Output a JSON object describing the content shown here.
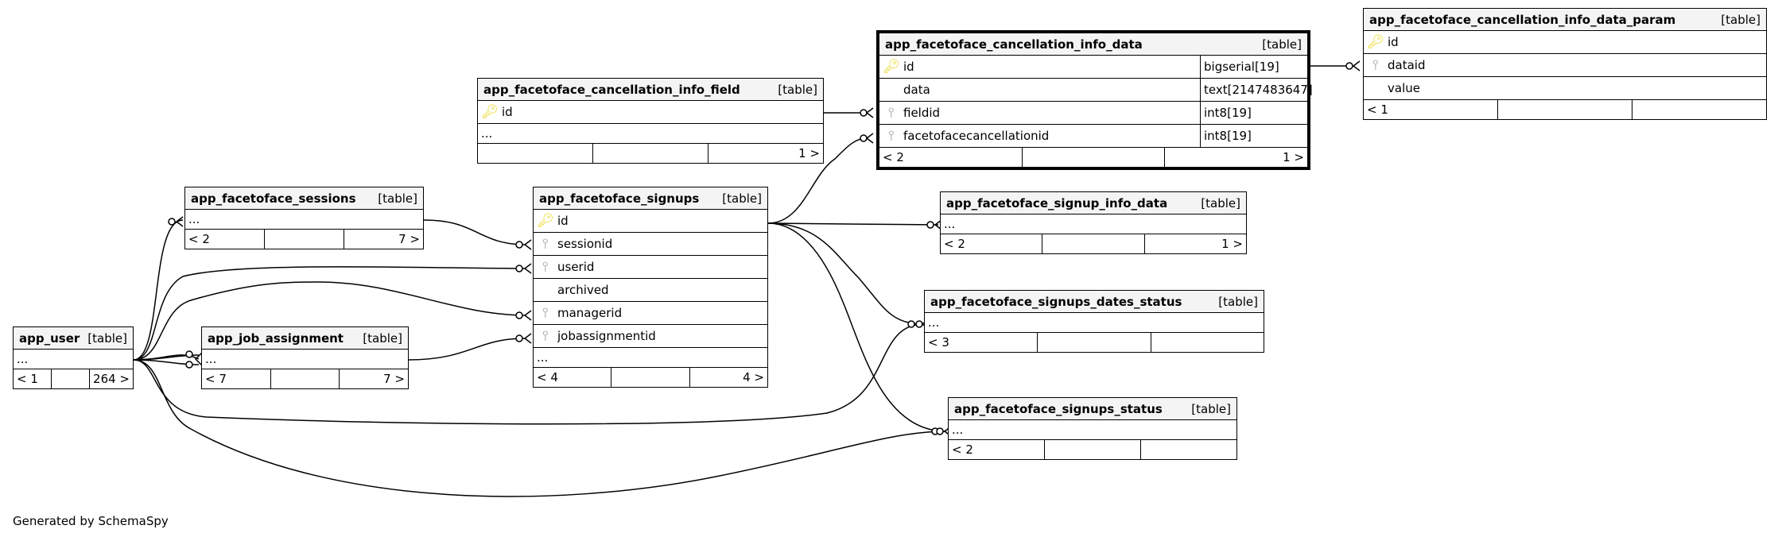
{
  "tables": {
    "cancellation_info_field": {
      "name": "app_facetoface_cancellation_info_field",
      "type": "[table]",
      "columns": [
        {
          "key": "pk",
          "name": "id"
        }
      ],
      "ellipsis": "...",
      "footer": [
        "",
        "",
        "1 >"
      ]
    },
    "cancellation_info_data": {
      "name": "app_facetoface_cancellation_info_data",
      "type": "[table]",
      "columns": [
        {
          "key": "pk",
          "name": "id",
          "datatype": "bigserial[19]"
        },
        {
          "key": "",
          "name": "data",
          "datatype": "text[2147483647]"
        },
        {
          "key": "fk",
          "name": "fieldid",
          "datatype": "int8[19]"
        },
        {
          "key": "fk",
          "name": "facetofacecancellationid",
          "datatype": "int8[19]"
        }
      ],
      "footer": [
        "< 2",
        "",
        "1 >"
      ]
    },
    "cancellation_info_data_param": {
      "name": "app_facetoface_cancellation_info_data_param",
      "type": "[table]",
      "columns": [
        {
          "key": "pk",
          "name": "id"
        },
        {
          "key": "fk",
          "name": "dataid"
        },
        {
          "key": "",
          "name": "value"
        }
      ],
      "footer": [
        "< 1",
        "",
        ""
      ]
    },
    "sessions": {
      "name": "app_facetoface_sessions",
      "type": "[table]",
      "ellipsis": "...",
      "footer": [
        "< 2",
        "",
        "7 >"
      ]
    },
    "signups": {
      "name": "app_facetoface_signups",
      "type": "[table]",
      "columns": [
        {
          "key": "pk",
          "name": "id"
        },
        {
          "key": "fk",
          "name": "sessionid"
        },
        {
          "key": "fk",
          "name": "userid"
        },
        {
          "key": "",
          "name": "archived"
        },
        {
          "key": "fk",
          "name": "managerid"
        },
        {
          "key": "fk",
          "name": "jobassignmentid"
        }
      ],
      "ellipsis": "...",
      "footer": [
        "< 4",
        "",
        "4 >"
      ]
    },
    "signup_info_data": {
      "name": "app_facetoface_signup_info_data",
      "type": "[table]",
      "ellipsis": "...",
      "footer": [
        "< 2",
        "",
        "1 >"
      ]
    },
    "signups_dates_status": {
      "name": "app_facetoface_signups_dates_status",
      "type": "[table]",
      "ellipsis": "...",
      "footer": [
        "< 3",
        "",
        ""
      ]
    },
    "signups_status": {
      "name": "app_facetoface_signups_status",
      "type": "[table]",
      "ellipsis": "...",
      "footer": [
        "< 2",
        "",
        ""
      ]
    },
    "user": {
      "name": "app_user",
      "type": "[table]",
      "ellipsis": "...",
      "footer": [
        "< 1",
        "",
        "264 >"
      ]
    },
    "job_assignment": {
      "name": "app_job_assignment",
      "type": "[table]",
      "ellipsis": "...",
      "footer": [
        "< 7",
        "",
        "7 >"
      ]
    }
  },
  "icons": {
    "primary_key": "key-icon",
    "foreign_key": "foreign-key-icon"
  },
  "colors": {
    "primary_key": "#e6d200",
    "foreign_key": "#a8a8a8",
    "header_bg": "#f4f4f4"
  },
  "footer_text": "Generated by SchemaSpy"
}
